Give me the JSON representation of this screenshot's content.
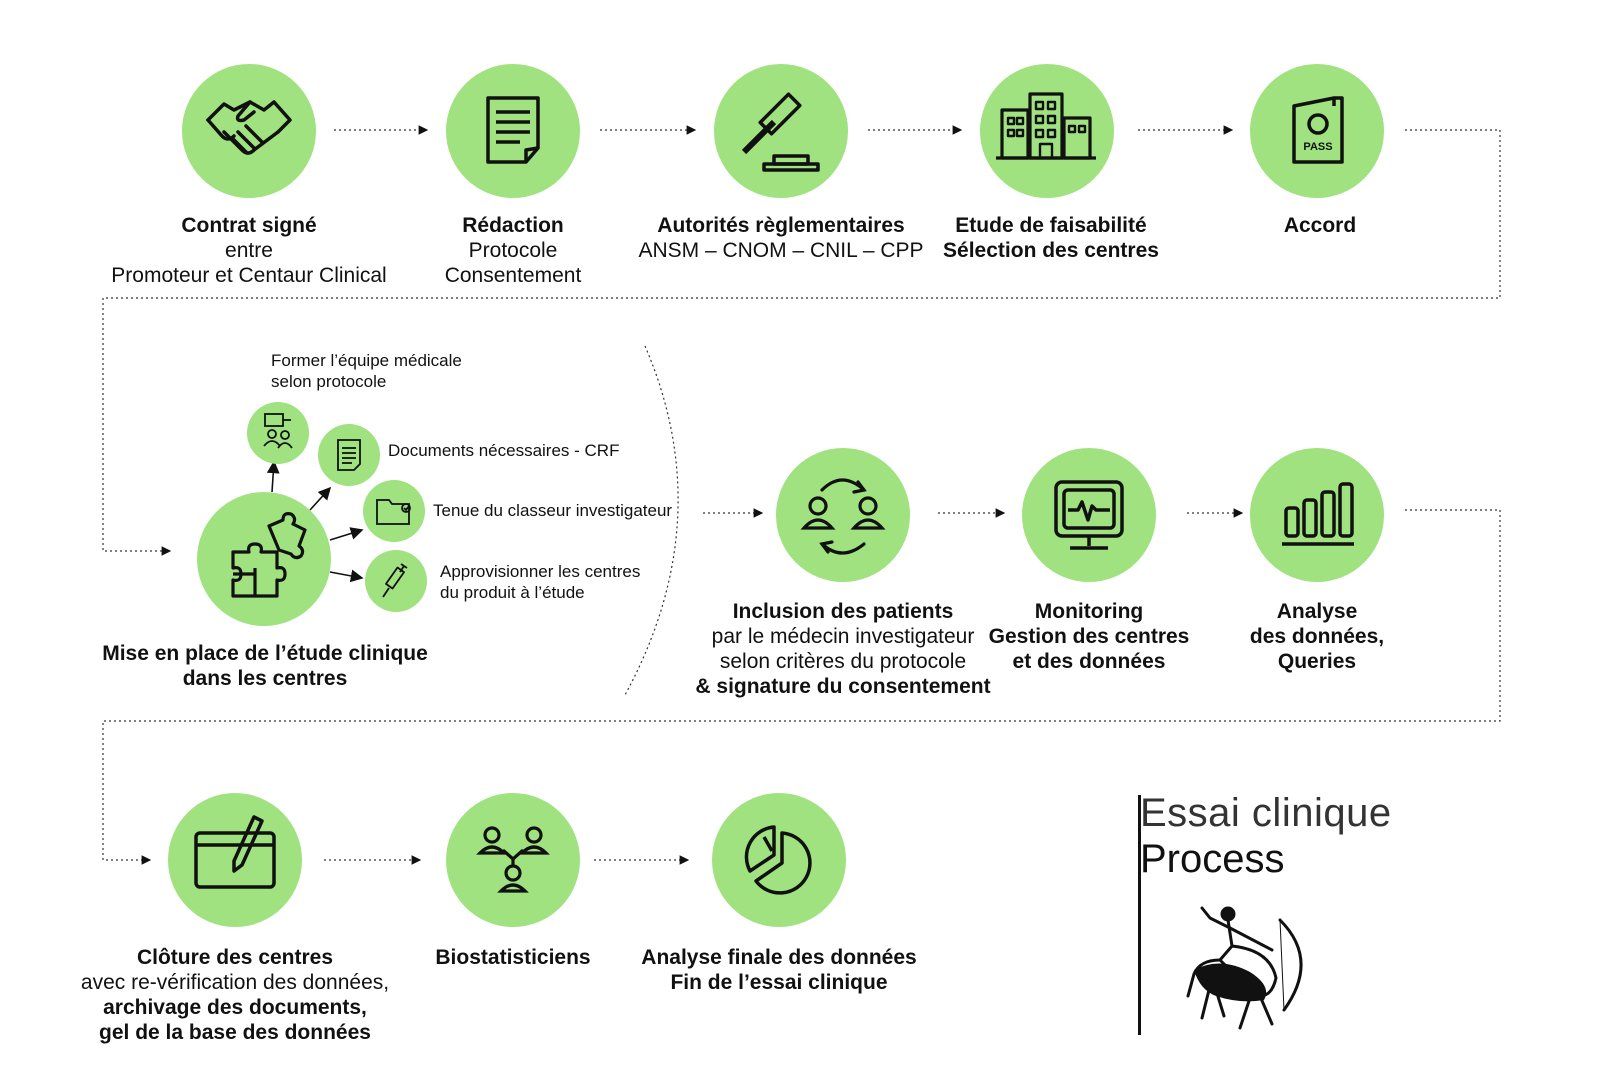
{
  "title": {
    "line1": "Essai clinique",
    "line2": "Process"
  },
  "steps": {
    "contrat": {
      "l1": "Contrat signé",
      "l2": "entre",
      "l3": "Promoteur et Centaur Clinical"
    },
    "redaction": {
      "l1": "Rédaction",
      "l2": "Protocole",
      "l3": "Consentement"
    },
    "autorites": {
      "l1": "Autorités règlementaires",
      "l2": "ANSM – CNOM – CNIL – CPP"
    },
    "faisabilite": {
      "l1": "Etude de faisabilité",
      "l2": "Sélection des centres"
    },
    "accord": {
      "l1": "Accord"
    },
    "miseenplace": {
      "l1": "Mise en place de l’étude clinique",
      "l2": "dans les centres"
    },
    "inclusion": {
      "l1": "Inclusion des  patients",
      "l2": "par le médecin investigateur",
      "l3": "selon critères du protocole",
      "l4": "& signature du consentement"
    },
    "monitoring": {
      "l1": "Monitoring",
      "l2": "Gestion des centres",
      "l3": "et des données"
    },
    "analyse": {
      "l1": "Analyse",
      "l2": "des données,",
      "l3": "Queries"
    },
    "cloture": {
      "l1": "Clôture des centres",
      "l2": "avec re-vérification des données,",
      "l3": "archivage des documents,",
      "l4": "gel de la base des données"
    },
    "biostat": {
      "l1": "Biostatisticiens"
    },
    "finale": {
      "l1": "Analyse finale des données",
      "l2": "Fin de l’essai clinique"
    }
  },
  "substeps": {
    "former": {
      "l1": "Former l’équipe médicale",
      "l2": "selon protocole"
    },
    "documents": {
      "l1": "Documents nécessaires - CRF"
    },
    "classeur": {
      "l1": "Tenue du classeur investigateur"
    },
    "approvisionner": {
      "l1": "Approvisionner les centres",
      "l2": "du produit à l’étude"
    }
  },
  "colors": {
    "accent": "#9fe27f",
    "ink": "#111111"
  },
  "icons": {
    "contrat": "handshake-icon",
    "redaction": "document-icon",
    "autorites": "gavel-icon",
    "faisabilite": "buildings-icon",
    "accord": "passport-icon",
    "miseenplace": "puzzle-icon",
    "former": "team-training-icon",
    "documents": "crf-document-icon",
    "classeur": "folder-icon",
    "approvisionner": "syringe-icon",
    "inclusion": "patients-cycle-icon",
    "monitoring": "monitor-icon",
    "analyse": "bar-chart-icon",
    "cloture": "tablet-pen-icon",
    "biostat": "network-people-icon",
    "finale": "pie-chart-icon",
    "logo": "centaur-logo"
  }
}
